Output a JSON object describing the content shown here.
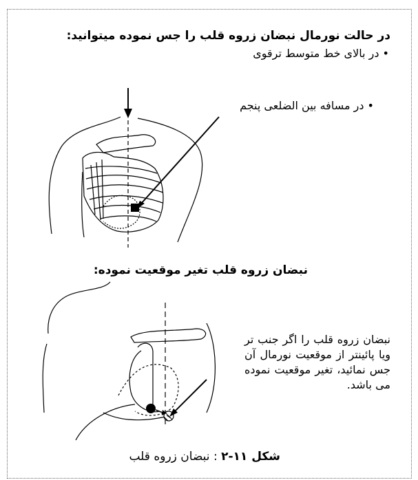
{
  "heading_normal": "در حالت نورمال نبضان زروه قلب را جس نموده میتوانید:",
  "bullet_1": "در بالای خط متوسط ترقوی",
  "bullet_2": "در مسافه بین الضلعی پنجم",
  "heading_displaced": "نبضان زروه قلب تغیر موقعیت نموده:",
  "displaced_paragraph": "نبضان زروه قلب را اگر جنب تر ویا پائینتر از موقعیت نورمال آن جس نمائید، تغیر موقعیت نموده می باشد.",
  "caption_label": "شکل ۱۱-۲",
  "caption_text": " : نبضان زروه قلب"
}
